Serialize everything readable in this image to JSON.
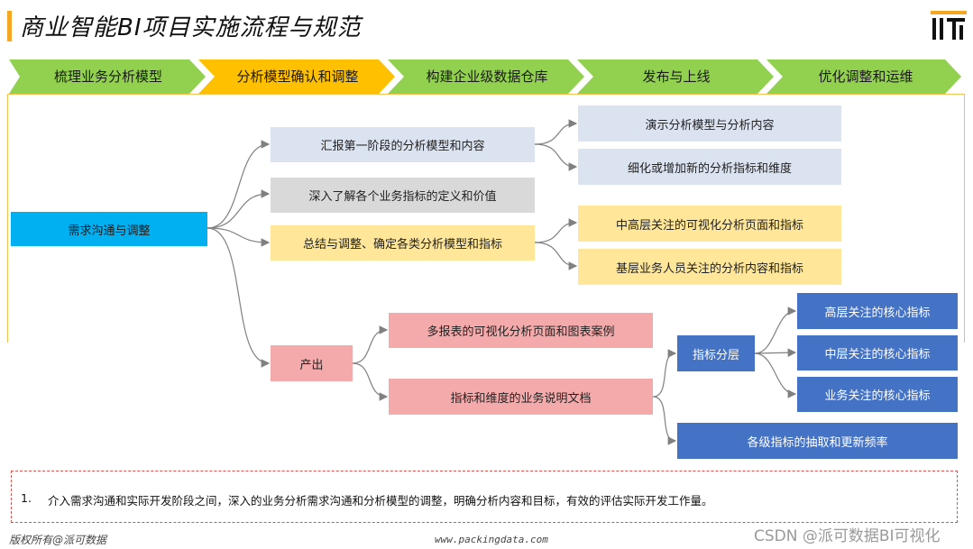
{
  "header": {
    "title": "商业智能BI项目实施流程与规范",
    "logo_icon": "pai-logo-icon",
    "accent_color": "#f5a623"
  },
  "steps": [
    {
      "label": "梳理业务分析模型",
      "color": "#92d050"
    },
    {
      "label": "分析模型确认和调整",
      "color": "#ffc000",
      "active": true
    },
    {
      "label": "构建企业级数据仓库",
      "color": "#92d050"
    },
    {
      "label": "发布与上线",
      "color": "#92d050"
    },
    {
      "label": "优化调整和运维",
      "color": "#92d050"
    }
  ],
  "diagram": {
    "root": "需求沟通与调整",
    "level1": {
      "report": "汇报第一阶段的分析模型和内容",
      "understand": "深入了解各个业务指标的定义和价值",
      "summarize": "总结与调整、确定各类分析模型和指标",
      "output": "产出"
    },
    "report_children": {
      "demo": "演示分析模型与分析内容",
      "refine": "细化或增加新的分析指标和维度"
    },
    "summarize_children": {
      "mid_high": "中高层关注的可视化分析页面和指标",
      "base": "基层业务人员关注的分析内容和指标"
    },
    "output_children": {
      "pages": "多报表的可视化分析页面和图表案例",
      "docs": "指标和维度的业务说明文档"
    },
    "docs_children": {
      "layer": "指标分层",
      "frequency": "各级指标的抽取和更新频率"
    },
    "layer_children": {
      "top": "高层关注的核心指标",
      "middle": "中层关注的核心指标",
      "business": "业务关注的核心指标"
    }
  },
  "note": {
    "number": "1.",
    "text": "介入需求沟通和实际开发阶段之间，深入的业务分析需求沟通和分析模型的调整，明确分析内容和目标，有效的评估实际开发工作量。"
  },
  "footer": {
    "copyright": "版权所有@派可数据",
    "url": "www.packingdata.com",
    "watermark": "CSDN @派可数据BI可视化"
  }
}
